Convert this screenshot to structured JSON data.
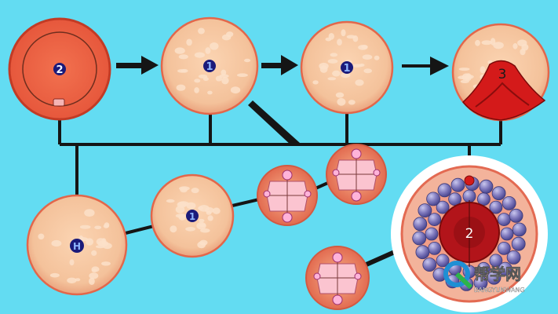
{
  "diagram": {
    "labels": {
      "top_red_cell": "2",
      "top_cell_2": "1",
      "top_cell_3": "1",
      "top_cell_4": "3",
      "bottom_left_cell": "H",
      "bottom_mid_cell": "1",
      "large_cell": "2"
    },
    "watermark": {
      "line1": "帮学网",
      "line2": "BANGYUNWANG"
    },
    "colors": {
      "background": "#63dcf2",
      "cell_fill": "#f6c6a2",
      "cell_border": "#e2674b",
      "red_cell": "#ee6a4e",
      "dark_red": "#b71c1c",
      "dark_line": "#151515",
      "purple_granule": "#7a74b8",
      "label_blue": "#1e2bd6"
    },
    "icons": [
      "arrow-icon",
      "watermark-logo-icon"
    ]
  }
}
